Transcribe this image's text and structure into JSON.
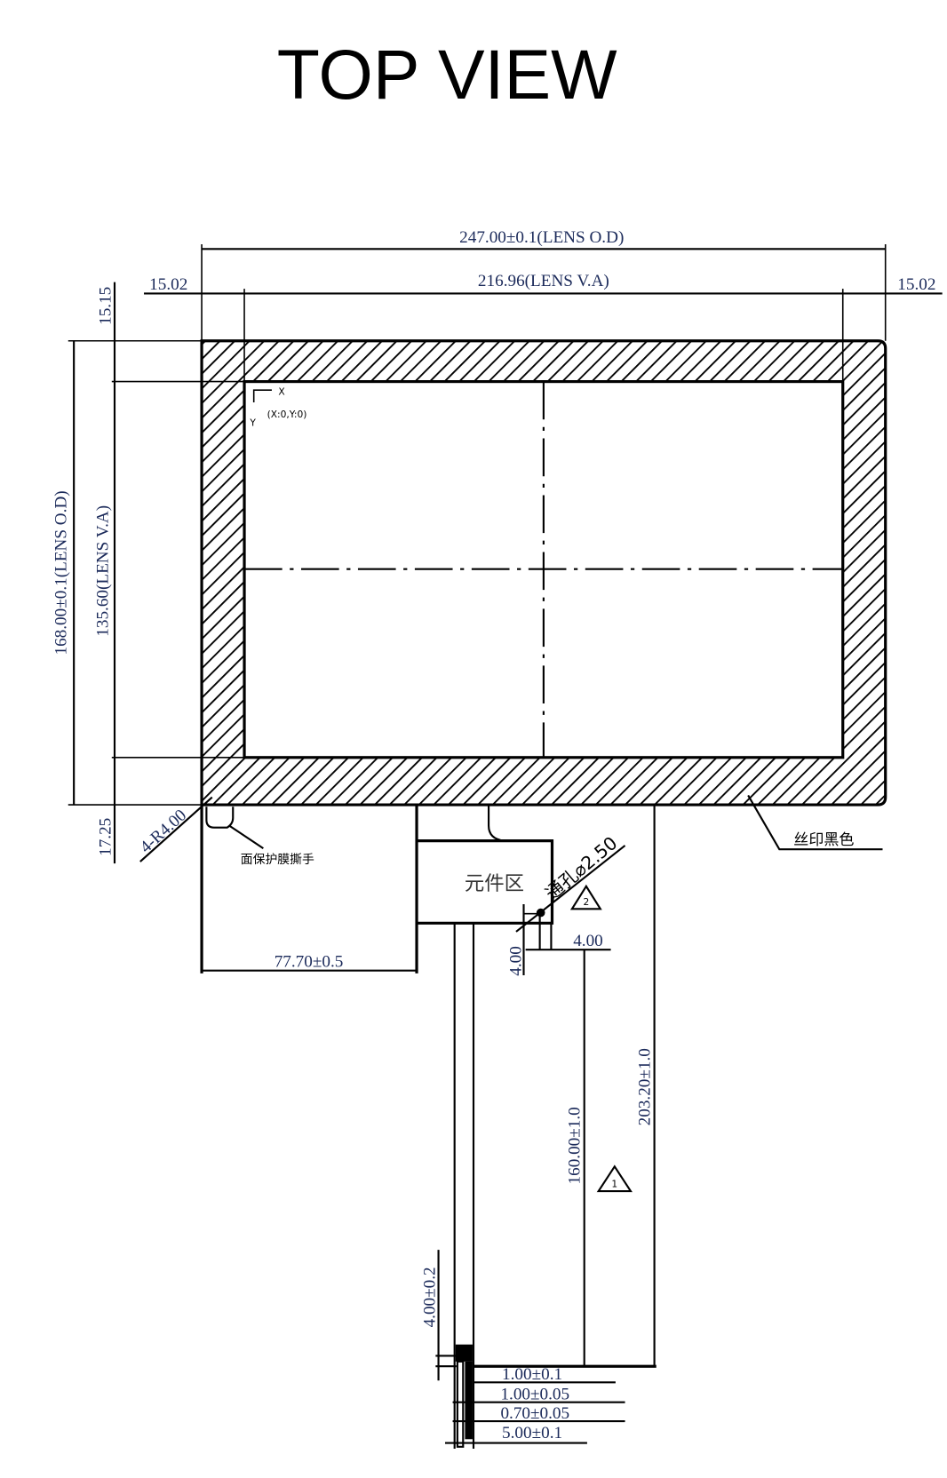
{
  "title": "TOP VIEW",
  "dimensions": {
    "lens_od_width": "247.00±0.1(LENS O.D)",
    "lens_va_width": "216.96(LENS V.A)",
    "left_margin": "15.02",
    "right_margin": "15.02",
    "top_margin": "15.15",
    "lens_od_height": "168.00±0.1(LENS O.D)",
    "lens_va_height": "135.60(LENS V.A)",
    "bottom_margin": "17.25",
    "corner_radius": "4-R4.00",
    "fpc_offset": "77.70±0.5",
    "hole_x": "4.00",
    "hole_y": "4.00",
    "tail_length": "160.00±1.0",
    "total_length": "203.20±1.0",
    "stiffener_length": "4.00±0.2",
    "pin_pitch_a": "1.00±0.1",
    "pin_pitch_b": "1.00±0.05",
    "pin_width": "0.70±0.05",
    "tail_width": "5.00±0.1"
  },
  "labels": {
    "axis_x": "X",
    "axis_y": "Y",
    "origin": "(X:0,Y:0)",
    "protective_film_tab": "面保护膜撕手",
    "component_area": "元件区",
    "through_hole": "通孔⌀2.50",
    "silk_print_black": "丝印黑色",
    "note_1": "1",
    "note_2": "2"
  }
}
